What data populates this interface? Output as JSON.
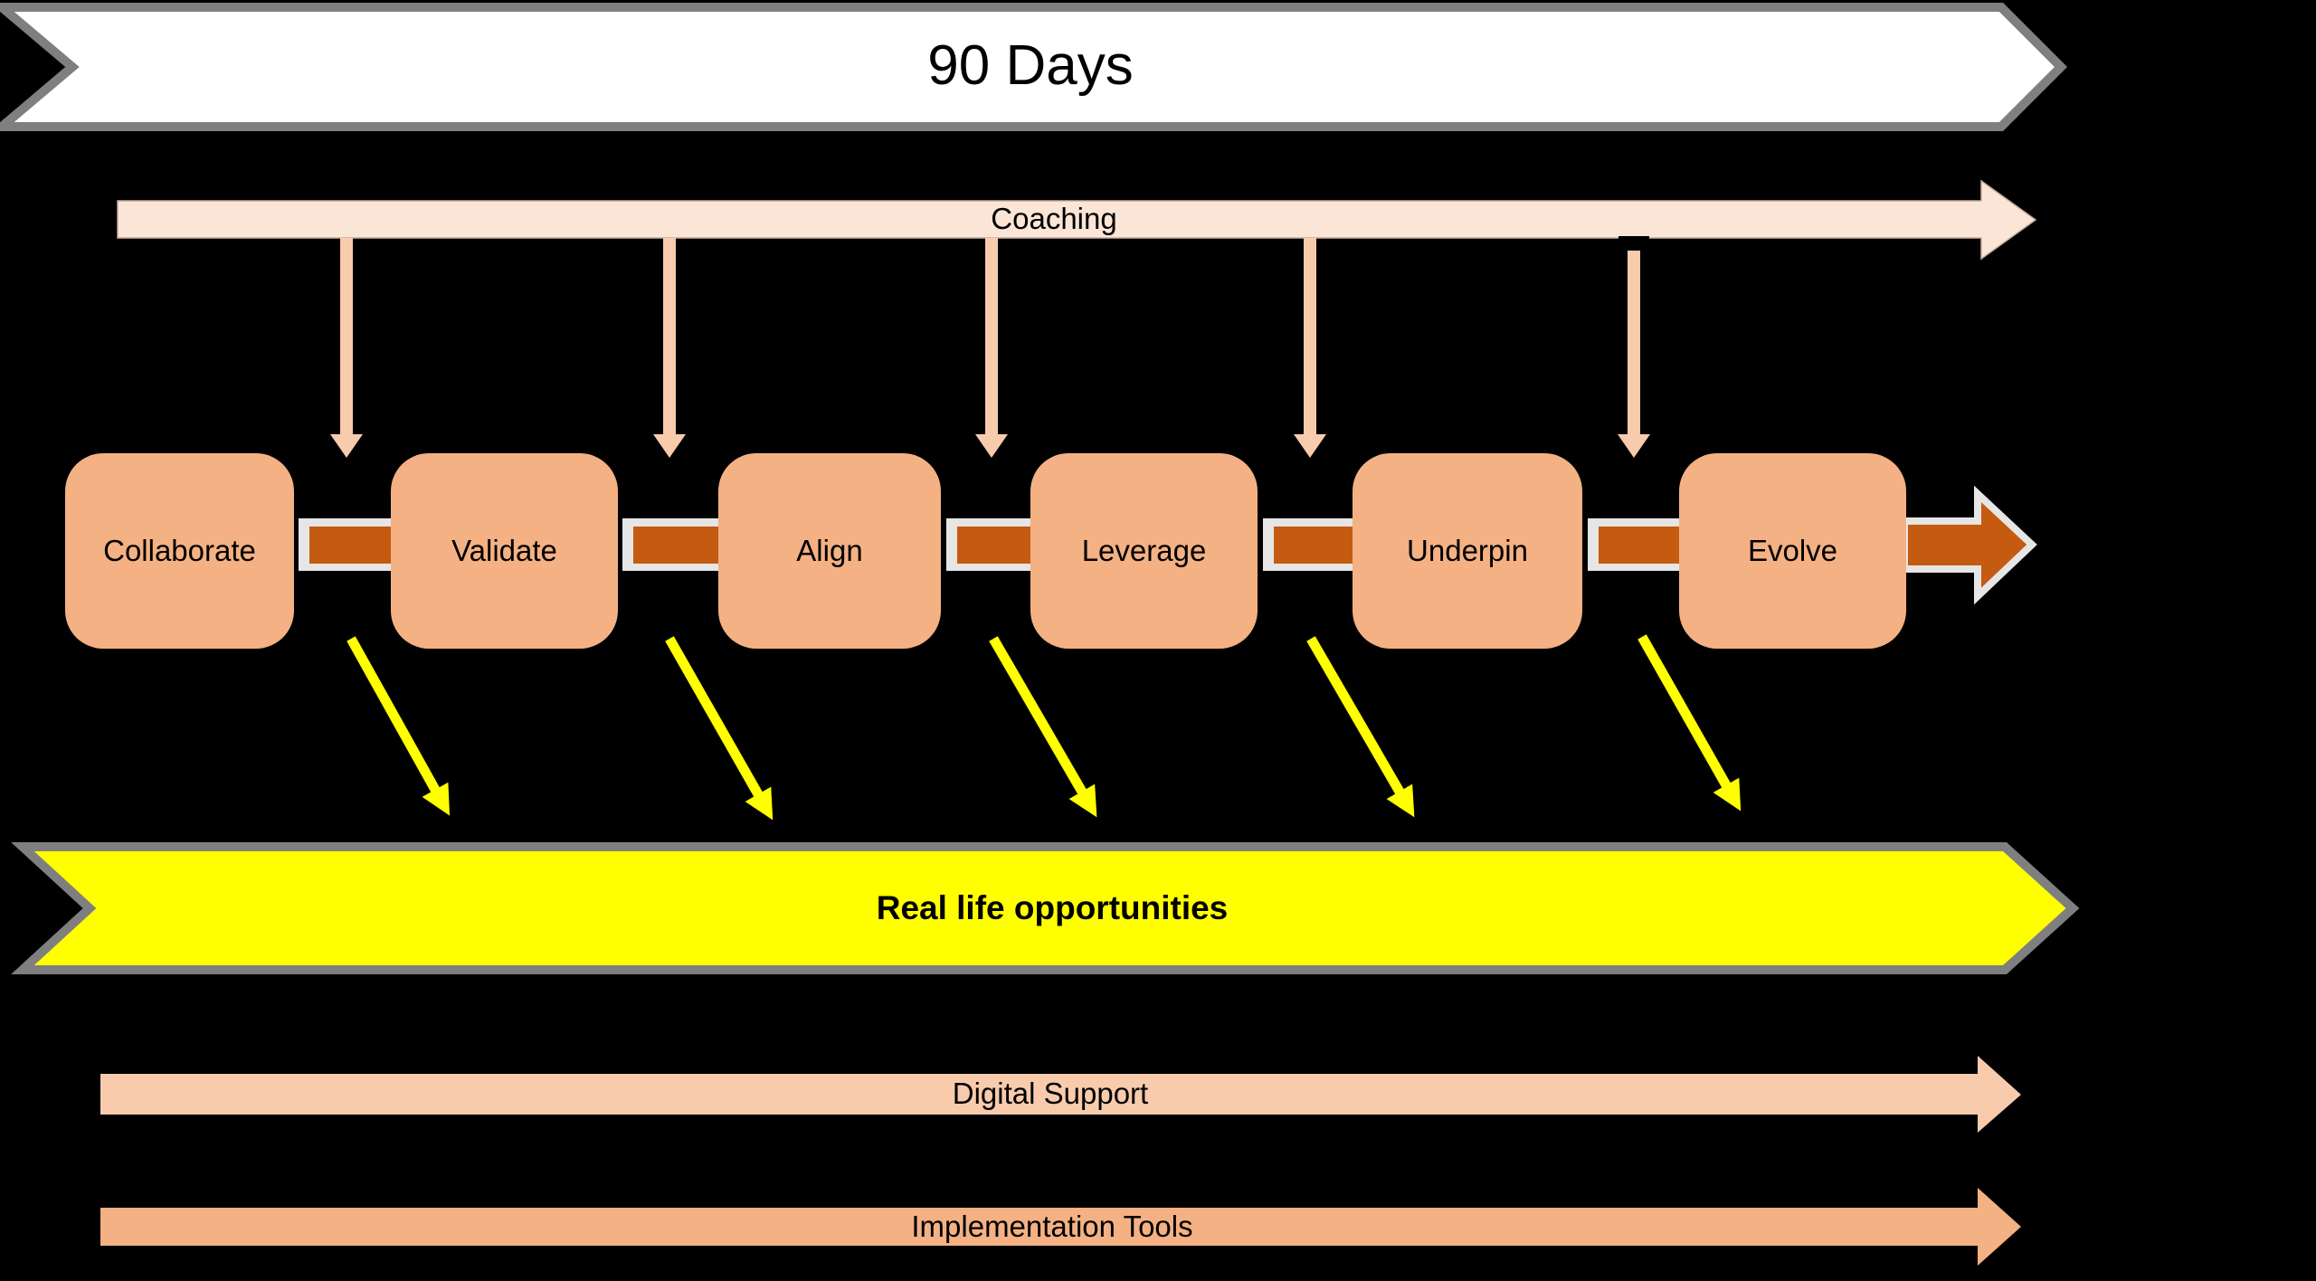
{
  "title_banner": {
    "label": "90 Days"
  },
  "coaching_arrow": {
    "label": "Coaching"
  },
  "stages": [
    {
      "label": "Collaborate"
    },
    {
      "label": "Validate"
    },
    {
      "label": "Align"
    },
    {
      "label": "Leverage"
    },
    {
      "label": "Underpin"
    },
    {
      "label": "Evolve"
    }
  ],
  "opportunities_banner": {
    "label": "Real life opportunities"
  },
  "support_arrows": [
    {
      "label": "Digital Support"
    },
    {
      "label": "Implementation Tools"
    }
  ],
  "colors": {
    "background": "#000000",
    "banner_fill": "#FFFFFF",
    "banner_border": "#7F7F7F",
    "coaching_band": "#FBE5D6",
    "drop_arrow": "#F8CBAD",
    "stage_box": "#F4B183",
    "connector_fill": "#C55A11",
    "connector_border": "#E7E6E6",
    "opportunities_fill": "#FFFF00",
    "digital_support_band": "#F8CBAD",
    "implementation_tools_band": "#F4B183"
  }
}
